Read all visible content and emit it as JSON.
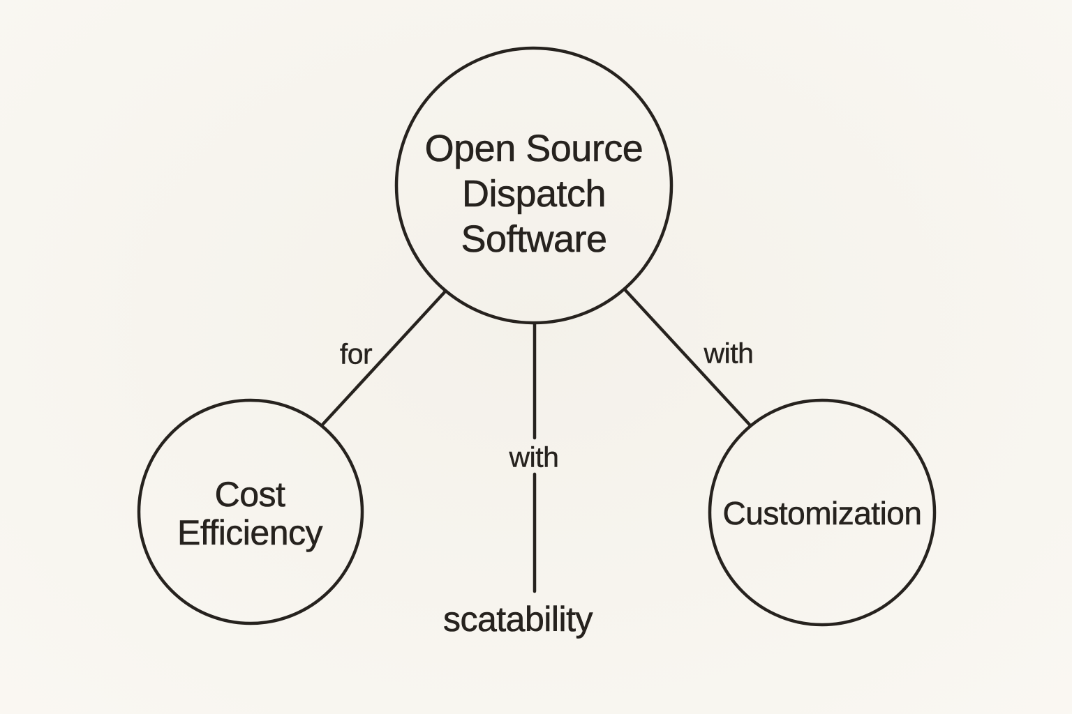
{
  "colors": {
    "background": "#f8f5ee",
    "ink": "#26221e"
  },
  "diagram": {
    "type": "concept-map",
    "root": {
      "label": "Open Source Dispatch Software"
    },
    "nodes": [
      {
        "id": "cost-efficiency",
        "label": "Cost Efficiency",
        "shape": "circle"
      },
      {
        "id": "scatability",
        "label": "scatability",
        "shape": "text"
      },
      {
        "id": "customization",
        "label": "Customization",
        "shape": "circle"
      }
    ],
    "edges": [
      {
        "from": "root",
        "to": "cost-efficiency",
        "label": "for"
      },
      {
        "from": "root",
        "to": "scatability",
        "label": "with"
      },
      {
        "from": "root",
        "to": "customization",
        "label": "with"
      }
    ]
  }
}
